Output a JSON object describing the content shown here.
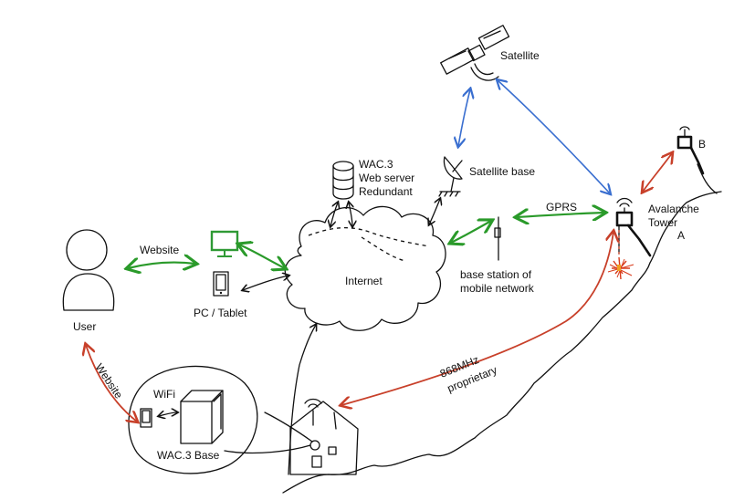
{
  "labels": {
    "satellite": "Satellite",
    "satellite_base": "Satellite base",
    "server_line1": "WAC.3",
    "server_line2": "Web server",
    "server_line3": "Redundant",
    "internet": "Internet",
    "gprs": "GPRS",
    "base_station_line1": "base station of",
    "base_station_line2": "mobile network",
    "avalanche_line1": "Avalanche",
    "avalanche_line2": "Tower",
    "tower_a": "A",
    "tower_b": "B",
    "user": "User",
    "website_top": "Website",
    "website_side": "Website",
    "pc_tablet": "PC / Tablet",
    "wifi": "WiFi",
    "wac_base": "WAC.3 Base",
    "radio_line1": "868MHz",
    "radio_line2": "proprietary"
  },
  "colors": {
    "ink": "#111111",
    "green_link": "#2a9a2a",
    "blue_link": "#3a6fd0",
    "red_link": "#c8402a",
    "device_green": "#2f9a35",
    "spark_red": "#d83a1a",
    "spark_orange": "#f0a020"
  }
}
